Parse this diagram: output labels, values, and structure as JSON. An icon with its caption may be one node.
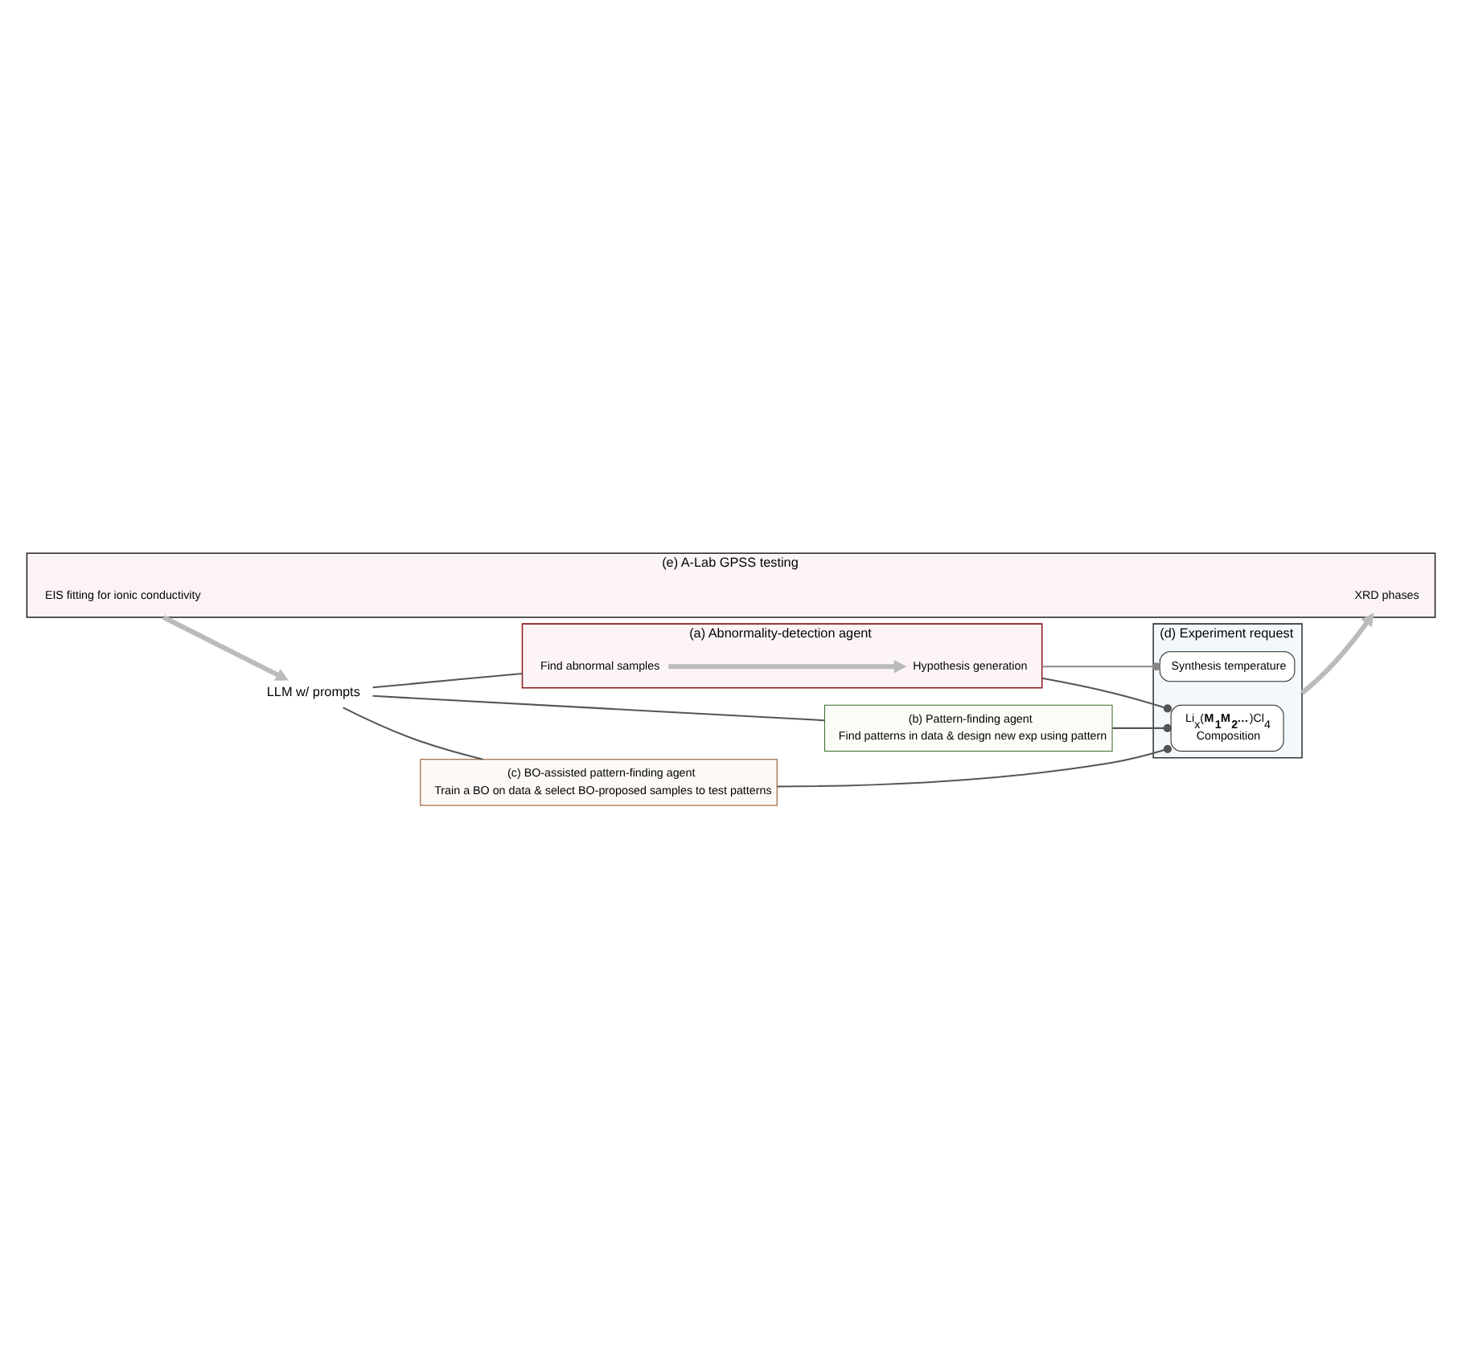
{
  "diagram": {
    "nodes": [
      {
        "text": [
          "LLM w/ prompts"
        ]
      },
      {
        "text": [
          "(a) Abnormality-detection agent"
        ]
      },
      {
        "text": [
          "Find abnormal samples"
        ],
        "in": 1
      },
      {
        "text": [
          "Hypothesis generation"
        ],
        "in": 1
      },
      {
        "text": [
          "(b) Pattern-finding agent",
          "Find patterns in data & design new exp using pattern"
        ]
      },
      {
        "text": [
          "(c) BO-assisted pattern-finding agent",
          "Train a BO on data & select BO-proposed samples to test patterns"
        ]
      },
      {
        "text": [
          "(d) Experiment request"
        ]
      },
      {
        "text": [
          "Synthesis temperature"
        ],
        "in": 6
      },
      {
        "text": [
          "Li$_{x}$(**M$_{1}$M$_{2}$…**)Cl$_{4}$",
          "Composition"
        ],
        "in": 6
      },
      {
        "text": [
          "(e) A-Lab GPSS testing"
        ]
      },
      {
        "text": [
          "XRD phases"
        ],
        "in": 9
      },
      {
        "text": [
          "EIS fitting for ionic conductivity"
        ],
        "in": 9
      }
    ],
    "edges": [
      {
        "from": 0,
        "to": 1,
        "arrow": "none"
      },
      {
        "from": 0,
        "to": 4,
        "arrow": "none"
      },
      {
        "from": 0,
        "to": 5,
        "arrow": "none"
      },
      {
        "from": 2,
        "to": 3,
        "arrow": "to",
        "color": "#bbbbbb",
        "style": "thick"
      },
      {
        "from": 1,
        "to": 7,
        "arrow": "other",
        "color": "#888888"
      },
      {
        "from": 1,
        "to": 8,
        "arrow": "other"
      },
      {
        "from": 4,
        "to": 8,
        "arrow": "other"
      },
      {
        "from": 5,
        "to": 8,
        "arrow": "other"
      },
      {
        "from": 6,
        "to": 9,
        "arrow": "to",
        "color": "#bbbbbb",
        "style": "thick"
      },
      {
        "from": 9,
        "to": 0,
        "arrow": "to",
        "color": "#bbbbbb",
        "style": "thick"
      }
    ]
  }
}
